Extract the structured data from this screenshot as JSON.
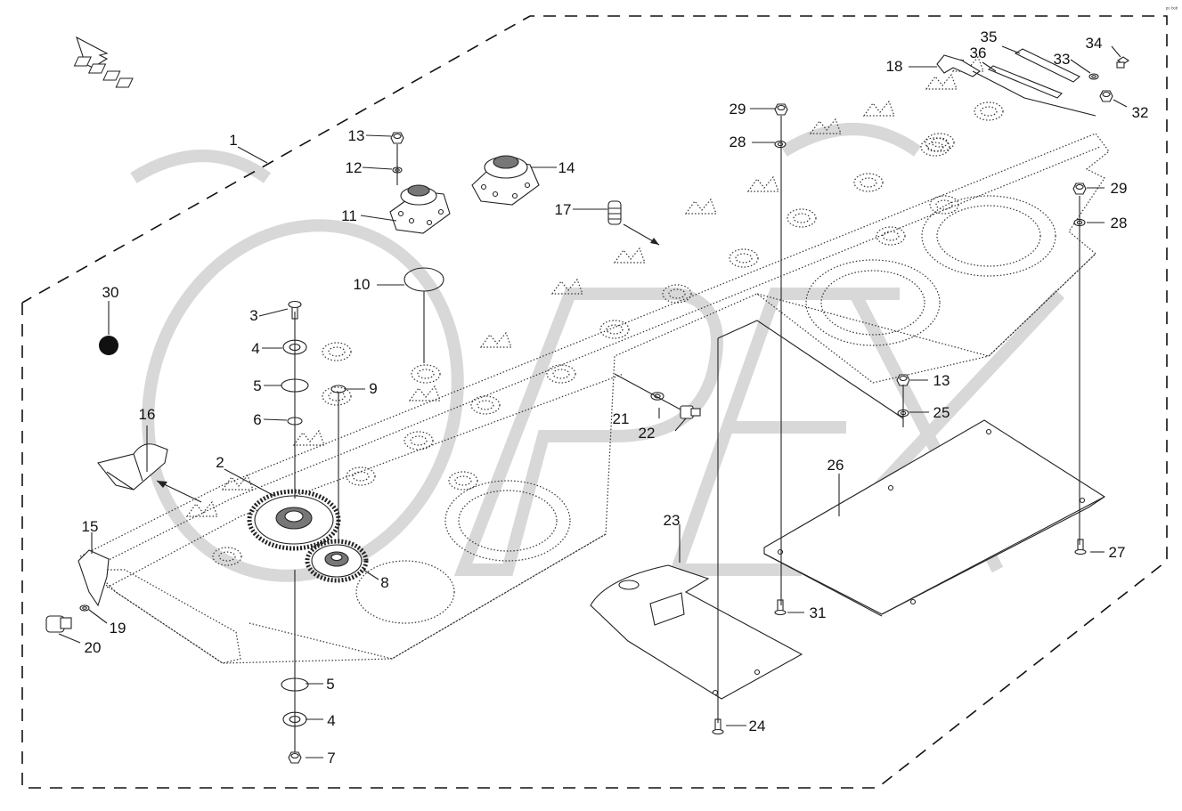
{
  "diagram": {
    "corner_code": "ᵖᵒ ᵇᵒᵇ",
    "watermark_text": "OPEX",
    "callouts": [
      {
        "id": "c1",
        "label": "1"
      },
      {
        "id": "c2",
        "label": "2"
      },
      {
        "id": "c3",
        "label": "3"
      },
      {
        "id": "c4a",
        "label": "4"
      },
      {
        "id": "c4b",
        "label": "4"
      },
      {
        "id": "c5a",
        "label": "5"
      },
      {
        "id": "c5b",
        "label": "5"
      },
      {
        "id": "c6",
        "label": "6"
      },
      {
        "id": "c7",
        "label": "7"
      },
      {
        "id": "c8",
        "label": "8"
      },
      {
        "id": "c9",
        "label": "9"
      },
      {
        "id": "c10",
        "label": "10"
      },
      {
        "id": "c11",
        "label": "11"
      },
      {
        "id": "c12",
        "label": "12"
      },
      {
        "id": "c13a",
        "label": "13"
      },
      {
        "id": "c13b",
        "label": "13"
      },
      {
        "id": "c14",
        "label": "14"
      },
      {
        "id": "c15",
        "label": "15"
      },
      {
        "id": "c16",
        "label": "16"
      },
      {
        "id": "c17",
        "label": "17"
      },
      {
        "id": "c18",
        "label": "18"
      },
      {
        "id": "c19",
        "label": "19"
      },
      {
        "id": "c20",
        "label": "20"
      },
      {
        "id": "c21",
        "label": "21"
      },
      {
        "id": "c22",
        "label": "22"
      },
      {
        "id": "c23",
        "label": "23"
      },
      {
        "id": "c24",
        "label": "24"
      },
      {
        "id": "c25",
        "label": "25"
      },
      {
        "id": "c26",
        "label": "26"
      },
      {
        "id": "c27",
        "label": "27"
      },
      {
        "id": "c28a",
        "label": "28"
      },
      {
        "id": "c28b",
        "label": "28"
      },
      {
        "id": "c29a",
        "label": "29"
      },
      {
        "id": "c29b",
        "label": "29"
      },
      {
        "id": "c30",
        "label": "30"
      },
      {
        "id": "c31",
        "label": "31"
      },
      {
        "id": "c32",
        "label": "32"
      },
      {
        "id": "c33",
        "label": "33"
      },
      {
        "id": "c34",
        "label": "34"
      },
      {
        "id": "c35",
        "label": "35"
      },
      {
        "id": "c36",
        "label": "36"
      }
    ]
  }
}
